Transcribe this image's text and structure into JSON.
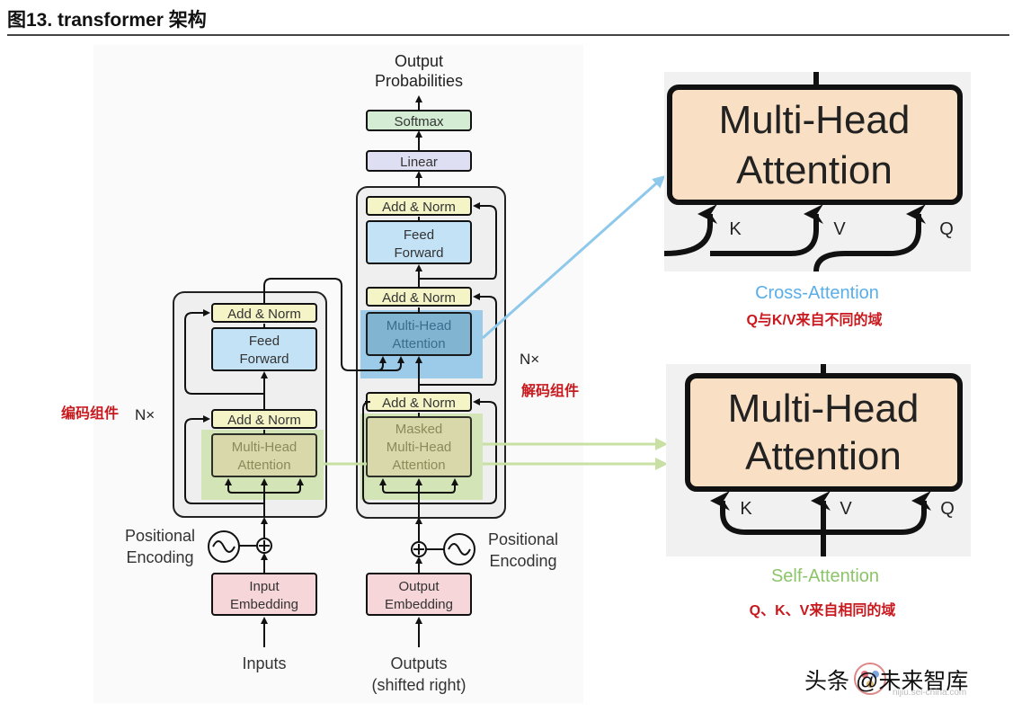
{
  "figure": {
    "title": "图13. transformer 架构"
  },
  "transformer": {
    "output_probabilities": [
      "Output",
      "Probabilities"
    ],
    "softmax": "Softmax",
    "linear": "Linear",
    "add_norm": "Add & Norm",
    "feed_forward": [
      "Feed",
      "Forward"
    ],
    "multi_head_attention": [
      "Multi-Head",
      "Attention"
    ],
    "masked_multi_head_attention": [
      "Masked",
      "Multi-Head",
      "Attention"
    ],
    "nx": "N×",
    "positional_encoding": [
      "Positional",
      "Encoding"
    ],
    "input_embedding": [
      "Input",
      "Embedding"
    ],
    "output_embedding": [
      "Output",
      "Embedding"
    ],
    "inputs": "Inputs",
    "outputs": [
      "Outputs",
      "(shifted right)"
    ],
    "encoder_label": "编码组件",
    "decoder_label": "解码组件"
  },
  "cross_attention_panel": {
    "box": [
      "Multi-Head",
      "Attention"
    ],
    "k": "K",
    "v": "V",
    "q": "Q",
    "caption": "Cross-Attention",
    "note": "Q与K/V来自不同的域"
  },
  "self_attention_panel": {
    "box": [
      "Multi-Head",
      "Attention"
    ],
    "k": "K",
    "v": "V",
    "q": "Q",
    "caption": "Self-Attention",
    "note": "Q、K、V来自相同的域"
  },
  "watermark": {
    "text": "头条 @未来智库",
    "sub": "nijiu.sei-china.com"
  },
  "colors": {
    "attention_fill": "#f9dfc3",
    "add_norm_fill": "#f4f4c7",
    "feed_forward_fill": "#c3e2f6",
    "embedding_fill": "#f6d6d9",
    "softmax_fill": "#d3ecd3",
    "linear_fill": "#dedff2",
    "cross_highlight": "#7fbfe6",
    "self_highlight": "#c7df9e",
    "cross_caption": "#5aaee8",
    "self_caption": "#8cc46a",
    "red_label": "#c8191e"
  }
}
